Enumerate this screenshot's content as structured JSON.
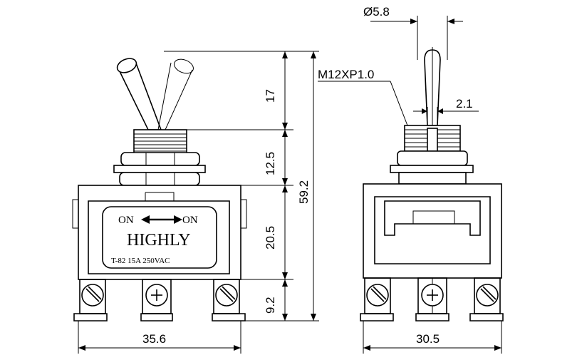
{
  "dimensions": {
    "d17": "17",
    "d12_5": "12.5",
    "d20_5": "20.5",
    "d9_2": "9.2",
    "d59_2": "59.2",
    "d35_6": "35.6",
    "d30_5": "30.5",
    "d5_8": "Ø5.8",
    "d2_1": "2.1",
    "thread": "M12XP1.0"
  },
  "label_plate": {
    "on_left": "ON",
    "on_right": "ON",
    "brand": "HIGHLY",
    "rating": "T-82 15A 250VAC"
  },
  "colors": {
    "line": "#000000",
    "background": "#ffffff"
  }
}
